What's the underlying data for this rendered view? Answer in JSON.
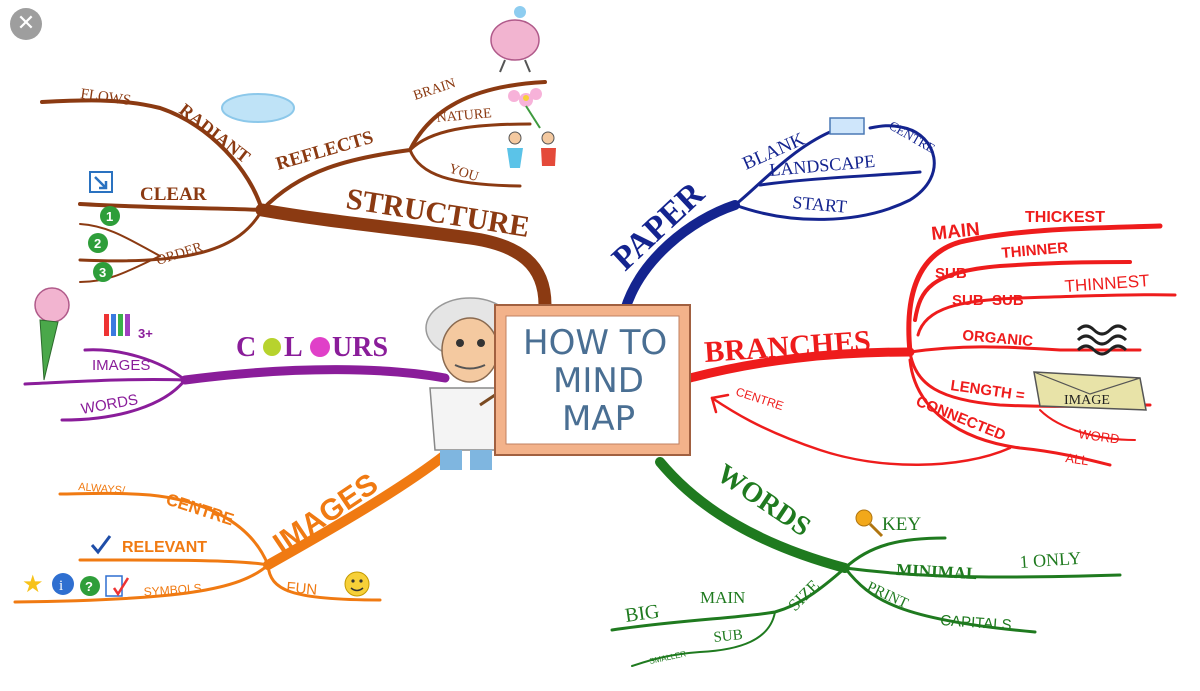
{
  "close_button": {
    "glyph": "✕",
    "icon": "close-icon"
  },
  "center": {
    "line1": "HOW TO",
    "line2": "MIND",
    "line3": "MAP"
  },
  "colors": {
    "structure": "#8b3a12",
    "paper": "#14248f",
    "branches": "#ee1c1c",
    "colours": "#8a1d9a",
    "images": "#f07a12",
    "words": "#1f7a1f"
  },
  "structure": {
    "title": "STRUCTURE",
    "radiant": "RADIANT",
    "flows": "FLOWS",
    "reflects": "REFLECTS",
    "brain": "BRAIN",
    "nature": "NATURE",
    "you": "YOU",
    "clear": "CLEAR",
    "order": "ORDER",
    "numbers": [
      "1",
      "2",
      "3"
    ]
  },
  "paper": {
    "title": "PAPER",
    "blank": "BLANK",
    "centre": "CENTRE",
    "landscape": "LANDSCAPE",
    "start": "START"
  },
  "branches": {
    "title": "BRANCHES",
    "main": "MAIN",
    "thickest": "THICKEST",
    "sub": "SUB",
    "thinner": "THINNER",
    "sub_sub": "SUB  SUB",
    "thinnest": "THINNEST",
    "organic": "ORGANIC",
    "length": "LENGTH =",
    "image": "IMAGE",
    "word": "WORD",
    "connected": "CONNECTED",
    "all": "ALL",
    "centre": "CENTRE"
  },
  "colours": {
    "title_part1": "C",
    "title_part2": "L",
    "title_part3": "URS",
    "badge": "3+",
    "images": "IMAGES",
    "words": "WORDS"
  },
  "images": {
    "title": "IMAGES",
    "always": "ALWAYS/",
    "centre": "CENTRE",
    "relevant": "RELEVANT",
    "symbols": "SYMBOLS",
    "fun": "FUN"
  },
  "words": {
    "title": "WORDS",
    "key": "KEY",
    "minimal": "MINIMAL",
    "one_only": "1 ONLY",
    "size": "SIZE",
    "print": "PRINT",
    "capitals": "CAPITALS",
    "big": "BIG",
    "main": "MAIN",
    "smaller": "SMALLER",
    "sub": "SUB"
  }
}
